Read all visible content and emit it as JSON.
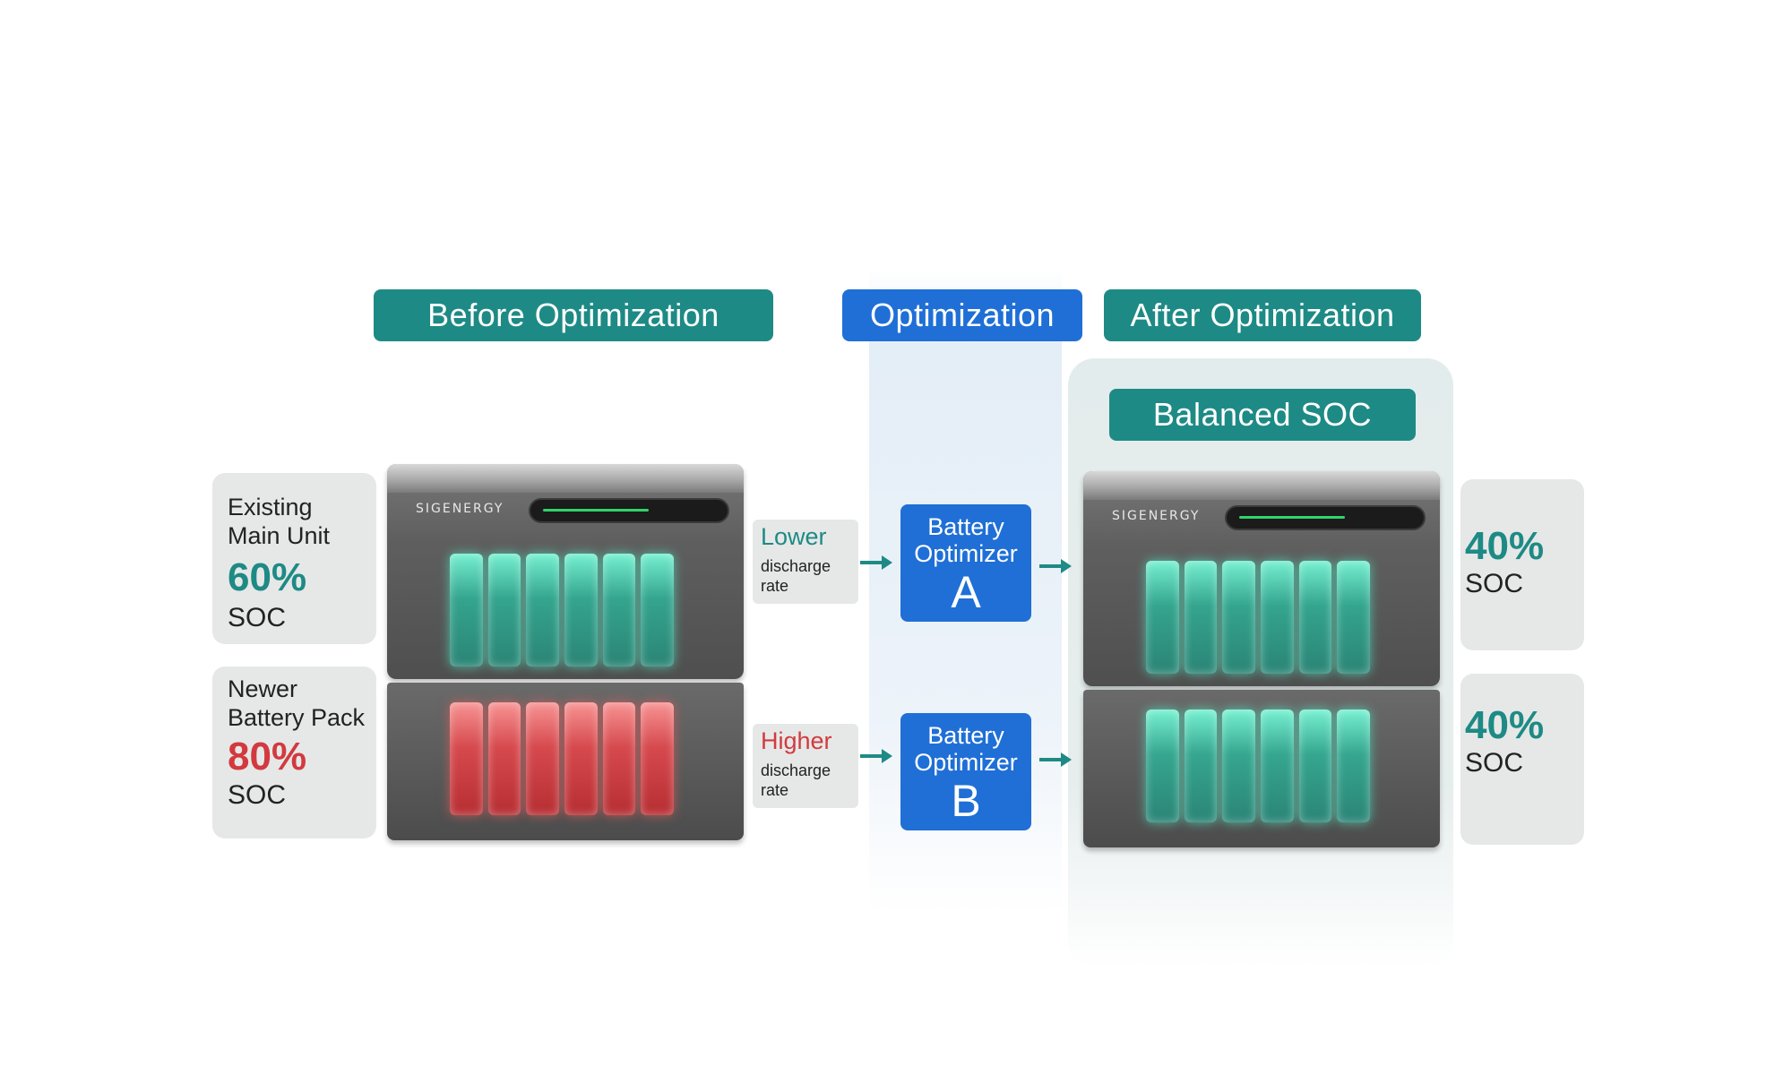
{
  "headers": {
    "before": "Before Optimization",
    "optimization": "Optimization",
    "after": "After Optimization",
    "balanced": "Balanced SOC"
  },
  "before": {
    "main_unit": {
      "line1": "Existing",
      "line2": "Main Unit",
      "percent": "60%",
      "soc": "SOC",
      "color": "#1e8a85"
    },
    "battery_pack": {
      "line1": "Newer",
      "line2": "Battery Pack",
      "percent": "80%",
      "soc": "SOC",
      "color": "#d23a3f"
    },
    "brand": "SIGENERGY"
  },
  "discharge": {
    "lower": {
      "head": "Lower",
      "line1": "discharge",
      "line2": "rate",
      "color": "#1e8a85"
    },
    "higher": {
      "head": "Higher",
      "line1": "discharge",
      "line2": "rate",
      "color": "#d23a3f"
    }
  },
  "optimizers": {
    "a": {
      "line1": "Battery",
      "line2": "Optimizer",
      "letter": "A"
    },
    "b": {
      "line1": "Battery",
      "line2": "Optimizer",
      "letter": "B"
    }
  },
  "after": {
    "top": {
      "percent": "40%",
      "soc": "SOC"
    },
    "bottom": {
      "percent": "40%",
      "soc": "SOC"
    },
    "brand": "SIGENERGY"
  },
  "colors": {
    "teal": "#1e8a85",
    "blue": "#1f6fd6",
    "red": "#d23a3f"
  }
}
